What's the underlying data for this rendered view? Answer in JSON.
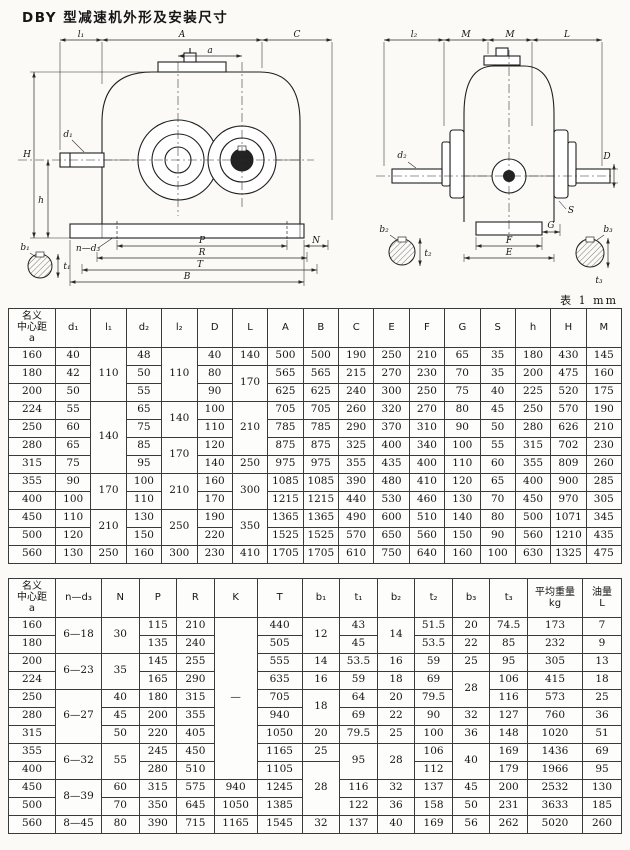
{
  "page": {
    "title": "DBY 型减速机外形及安装尺寸",
    "unit_note": "表 1  mm"
  },
  "drawing": {
    "front": {
      "l1": "l₁",
      "A": "A",
      "C": "C",
      "a": "a",
      "d1": "d₁",
      "H": "H",
      "h": "h",
      "n_d3": "n—d₃",
      "P": "P",
      "N": "N",
      "R": "R",
      "T": "T",
      "B": "B",
      "b1": "b₁",
      "t1": "t₁"
    },
    "side": {
      "l2": "l₂",
      "M1": "M",
      "M2": "M",
      "L": "L",
      "D": "D",
      "d2": "d₂",
      "S": "S",
      "G": "G",
      "F": "F",
      "E": "E",
      "b2": "b₂",
      "t2": "t₂",
      "b3": "b₃",
      "t3": "t₃"
    }
  },
  "table1": {
    "headers": [
      "名义\n中心距\na",
      "d₁",
      "l₁",
      "d₂",
      "l₂",
      "D",
      "L",
      "A",
      "B",
      "C",
      "E",
      "F",
      "G",
      "S",
      "h",
      "H",
      "M"
    ],
    "rows": [
      [
        "160",
        "40",
        {
          "v": "110",
          "rs": 3
        },
        "48",
        {
          "v": "110",
          "rs": 3
        },
        "40",
        "140",
        "500",
        "500",
        "190",
        "250",
        "210",
        "65",
        "35",
        "180",
        "430",
        "145"
      ],
      [
        "180",
        "42",
        "50",
        "80",
        {
          "v": "170",
          "rs": 2
        },
        "565",
        "565",
        "215",
        "270",
        "230",
        "70",
        "35",
        "200",
        "475",
        "160"
      ],
      [
        "200",
        "50",
        "55",
        "90",
        "625",
        "625",
        "240",
        "300",
        "250",
        "75",
        "40",
        "225",
        "520",
        "175"
      ],
      [
        "224",
        "55",
        {
          "v": "140",
          "rs": 4
        },
        "65",
        {
          "v": "140",
          "rs": 2
        },
        "100",
        {
          "v": "210",
          "rs": 3
        },
        "705",
        "705",
        "260",
        "320",
        "270",
        "80",
        "45",
        "250",
        "570",
        "190"
      ],
      [
        "250",
        "60",
        "75",
        "110",
        "785",
        "785",
        "290",
        "370",
        "310",
        "90",
        "50",
        "280",
        "626",
        "210"
      ],
      [
        "280",
        "65",
        "85",
        {
          "v": "170",
          "rs": 2
        },
        "120",
        "875",
        "875",
        "325",
        "400",
        "340",
        "100",
        "55",
        "315",
        "702",
        "230"
      ],
      [
        "315",
        "75",
        "95",
        "140",
        "250",
        "975",
        "975",
        "355",
        "435",
        "400",
        "110",
        "60",
        "355",
        "809",
        "260"
      ],
      [
        "355",
        "90",
        {
          "v": "170",
          "rs": 2
        },
        "100",
        {
          "v": "210",
          "rs": 2
        },
        "160",
        {
          "v": "300",
          "rs": 2
        },
        "1085",
        "1085",
        "390",
        "480",
        "410",
        "120",
        "65",
        "400",
        "900",
        "285"
      ],
      [
        "400",
        "100",
        "110",
        "170",
        "1215",
        "1215",
        "440",
        "530",
        "460",
        "130",
        "70",
        "450",
        "970",
        "305"
      ],
      [
        "450",
        "110",
        {
          "v": "210",
          "rs": 2
        },
        "130",
        {
          "v": "250",
          "rs": 2
        },
        "190",
        {
          "v": "350",
          "rs": 2
        },
        "1365",
        "1365",
        "490",
        "600",
        "510",
        "140",
        "80",
        "500",
        "1071",
        "345"
      ],
      [
        "500",
        "120",
        "150",
        "220",
        "1525",
        "1525",
        "570",
        "650",
        "560",
        "150",
        "90",
        "560",
        "1210",
        "435"
      ],
      [
        "560",
        "130",
        "250",
        "160",
        "300",
        "230",
        "410",
        "1705",
        "1705",
        "610",
        "750",
        "640",
        "160",
        "100",
        "630",
        "1325",
        "475"
      ]
    ]
  },
  "table2": {
    "headers": [
      "名义\n中心距\na",
      "n—d₃",
      "N",
      "P",
      "R",
      "K",
      "T",
      "b₁",
      "t₁",
      "b₂",
      "t₂",
      "b₃",
      "t₃",
      "平均重量\nkg",
      "油量\nL"
    ],
    "rows": [
      [
        "160",
        {
          "v": "6—18",
          "rs": 2
        },
        {
          "v": "30",
          "rs": 2
        },
        "115",
        "210",
        {
          "v": "—",
          "rs": 9
        },
        "440",
        {
          "v": "12",
          "rs": 2
        },
        "43",
        {
          "v": "14",
          "rs": 2
        },
        "51.5",
        "20",
        "74.5",
        "173",
        "7"
      ],
      [
        "180",
        "135",
        "240",
        "505",
        "45",
        "53.5",
        "22",
        "85",
        "232",
        "9"
      ],
      [
        "200",
        {
          "v": "6—23",
          "rs": 2
        },
        {
          "v": "35",
          "rs": 2
        },
        "145",
        "255",
        "555",
        "14",
        "53.5",
        "16",
        "59",
        "25",
        "95",
        "305",
        "13"
      ],
      [
        "224",
        "165",
        "290",
        "635",
        "16",
        "59",
        "18",
        "69",
        {
          "v": "28",
          "rs": 2
        },
        "106",
        "415",
        "18"
      ],
      [
        "250",
        {
          "v": "6—27",
          "rs": 3
        },
        "40",
        "180",
        "315",
        "705",
        {
          "v": "18",
          "rs": 2
        },
        "64",
        "20",
        "79.5",
        "116",
        "573",
        "25"
      ],
      [
        "280",
        "45",
        "200",
        "355",
        "940",
        "69",
        "22",
        "90",
        "32",
        "127",
        "760",
        "36"
      ],
      [
        "315",
        "50",
        "220",
        "405",
        "1050",
        "20",
        "79.5",
        "25",
        "100",
        "36",
        "148",
        "1020",
        "51"
      ],
      [
        "355",
        {
          "v": "6—32",
          "rs": 2
        },
        {
          "v": "55",
          "rs": 2
        },
        "245",
        "450",
        "1165",
        "25",
        {
          "v": "95",
          "rs": 2
        },
        {
          "v": "28",
          "rs": 2
        },
        "106",
        {
          "v": "40",
          "rs": 2
        },
        "169",
        "1436",
        "69"
      ],
      [
        "400",
        "280",
        "510",
        "1105",
        {
          "v": "28",
          "rs": 3
        },
        "112",
        "179",
        "1966",
        "95"
      ],
      [
        "450",
        {
          "v": "8—39",
          "rs": 2
        },
        "60",
        "315",
        "575",
        "940",
        "1245",
        "116",
        "32",
        "137",
        "45",
        "200",
        "2532",
        "130"
      ],
      [
        "500",
        "70",
        "350",
        "645",
        "1050",
        "1385",
        "122",
        "36",
        "158",
        "50",
        "231",
        "3633",
        "185"
      ],
      [
        "560",
        "8—45",
        "80",
        "390",
        "715",
        "1165",
        "1545",
        "32",
        "137",
        "40",
        "169",
        "56",
        "262",
        "5020",
        "260"
      ]
    ]
  }
}
